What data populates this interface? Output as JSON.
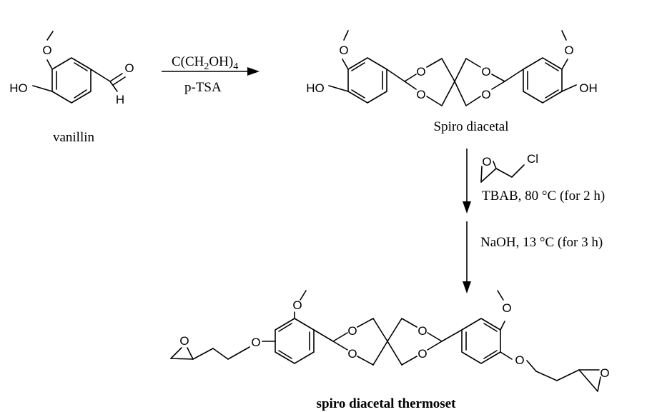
{
  "compounds": {
    "vanillin": {
      "name": "vanillin"
    },
    "spiro_diacetal": {
      "name": "Spiro diacetal"
    },
    "thermoset": {
      "name": "spiro diacetal thermoset"
    }
  },
  "atoms": {
    "oxygen": "O",
    "hydrogen": "H",
    "hydroxyl": "HO",
    "hydroxyl_right": "OH",
    "chlorine": "Cl"
  },
  "step1": {
    "reagent_main": "C(CH",
    "reagent_sub1": "2",
    "reagent_mid": "OH)",
    "reagent_sub2": "4",
    "catalyst": "p-TSA"
  },
  "step2": {
    "conditions": "TBAB, 80 °C (for 2 h)"
  },
  "step3": {
    "conditions": "NaOH, 13 °C (for 3 h)"
  }
}
